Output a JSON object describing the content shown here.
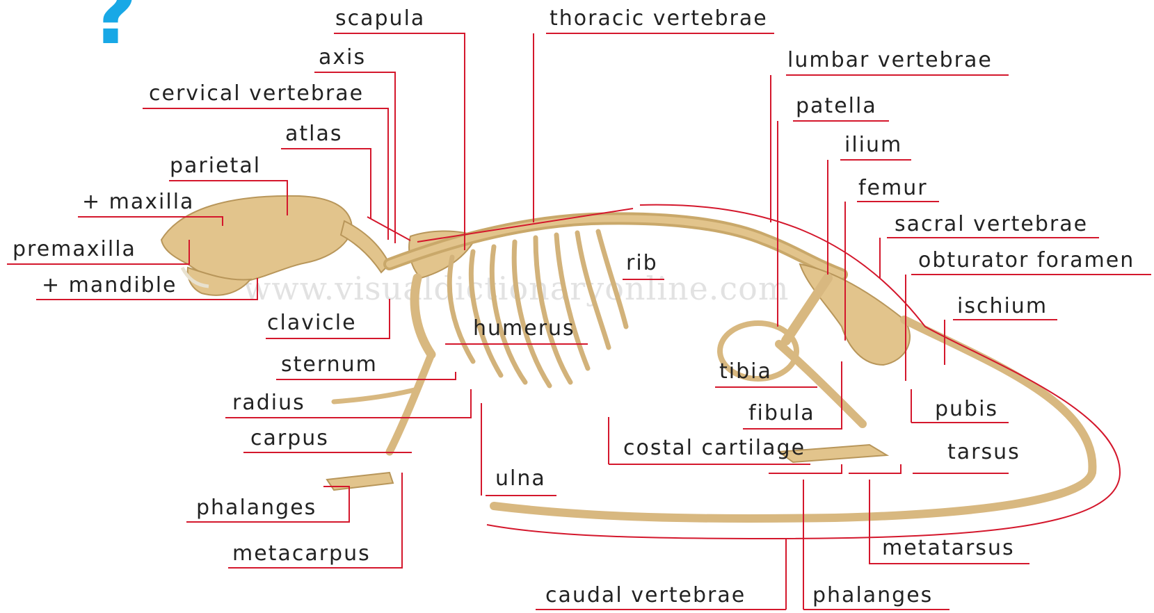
{
  "decoration": {
    "mark": "?"
  },
  "watermark": "www.visualdictionaryonline.com",
  "colors": {
    "leader": "#d4172c",
    "bone": "#e2c48c",
    "bone_shadow": "#b8965a",
    "text": "#222222",
    "mark": "#18a8e6"
  },
  "labels": {
    "scapula": "scapula",
    "axis": "axis",
    "cervical_vertebrae": "cervical vertebrae",
    "atlas": "atlas",
    "parietal": "parietal",
    "maxilla": "+ maxilla",
    "premaxilla": "premaxilla",
    "mandible": "+ mandible",
    "clavicle": "clavicle",
    "sternum": "sternum",
    "radius": "radius",
    "carpus": "carpus",
    "phalanges_front": "phalanges",
    "metacarpus": "metacarpus",
    "thoracic_vertebrae": "thoracic vertebrae",
    "lumbar_vertebrae": "lumbar vertebrae",
    "patella": "patella",
    "ilium": "ilium",
    "femur": "femur",
    "sacral_vertebrae": "sacral vertebrae",
    "obturator_foramen": "obturator foramen",
    "ischium": "ischium",
    "rib": "rib",
    "humerus": "humerus",
    "tibia": "tibia",
    "fibula": "fibula",
    "pubis": "pubis",
    "costal_cartilage": "costal cartilage",
    "tarsus": "tarsus",
    "ulna": "ulna",
    "metatarsus": "metatarsus",
    "caudal_vertebrae": "caudal vertebrae",
    "phalanges_hind": "phalanges"
  }
}
